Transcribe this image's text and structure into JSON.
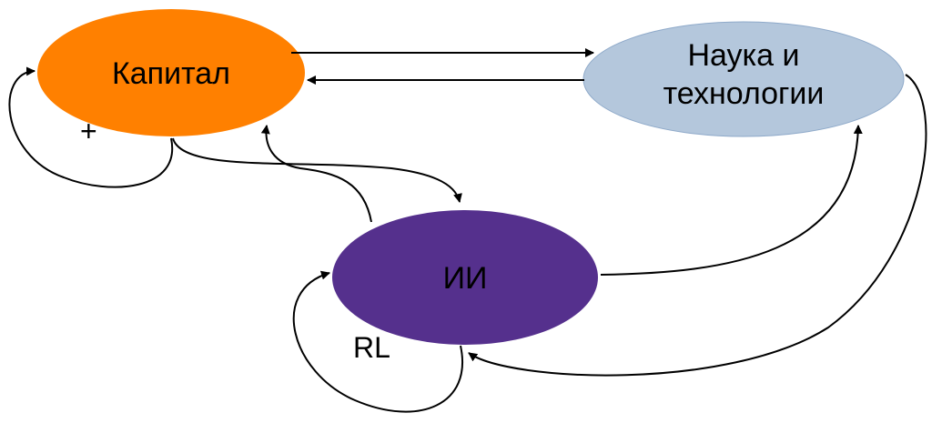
{
  "nodes": {
    "capital": {
      "label": "Капитал",
      "fill": "#FF8000"
    },
    "science": {
      "label_line1": "Наука и",
      "label_line2": "технологии",
      "fill": "#B4C7DC",
      "stroke": "#8EA9C9"
    },
    "ai": {
      "label": "ИИ",
      "fill": "#55308D"
    }
  },
  "edge_labels": {
    "capital_loop": "+",
    "ai_loop": "RL"
  },
  "colors": {
    "line": "#000000"
  }
}
